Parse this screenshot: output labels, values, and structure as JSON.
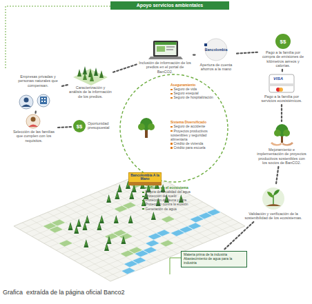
{
  "diagram": {
    "caption": "Grafica  extraída de la página oficial Banco2",
    "nodes": [
      {
        "text": [
          "Apoyo servicios ambientales"
        ]
      },
      {
        "text": [
          "Empresas privadas y personas naturales que compensan."
        ]
      },
      {
        "text": [
          "Caracterización y análisis de la información de los predios."
        ]
      },
      {
        "text": [
          "Inclusión de información de los predios en el portal de BanCO2."
        ]
      },
      {
        "text": [
          "Apertura de cuenta ahorros a la mano"
        ]
      },
      {
        "text": [
          "Pago a la familia por compra de emisiones de kilómetros aéreos y calorías."
        ]
      },
      {
        "text": [
          "Pago a la familia por servicios ecosistémicos."
        ]
      },
      {
        "text": [
          "Mejoramiento e implementación de proyectos productivos sostenibles con los socios de BanCO2."
        ]
      },
      {
        "text": [
          "Validación y verificación de la sostenibilidad de los ecosistemas."
        ]
      },
      {
        "text": [
          "Materia prima de la industria",
          "Abastecimiento de agua para la industria"
        ]
      },
      {
        "text": [
          "Selección de las familias que cumplen con los requisitos."
        ]
      },
      {
        "text": [
          "Oportunidad presupuestal"
        ]
      },
      {
        "text": [
          "Aseguramiento",
          "Seguro de vida",
          "Seguro exequial",
          "Seguro de hospitalización",
          "Sistema Diversificado",
          "Seguro de accidente",
          "Proyectos productivos sostenibles y seguridad alimentaria",
          "Crédito de vivienda",
          "Crédito para escuela",
          "Beneficios en el ecosistema",
          "Mejora de la calidad del agua",
          "Protección del suelo",
          "Protección de fauna y flora",
          "Protección contra la erosión",
          "Generación de agua"
        ]
      },
      {
        "text": [
          "Bancolombia A la Mano"
        ],
        "in": 12
      }
    ],
    "edges": [
      {
        "from": 10,
        "to": 1,
        "arrow": "none"
      },
      {
        "from": 1,
        "to": 2,
        "arrow": "none"
      },
      {
        "from": 2,
        "to": 3,
        "arrow": "none"
      },
      {
        "from": 3,
        "to": 4,
        "arrow": "none"
      },
      {
        "from": 4,
        "to": 5,
        "arrow": "none"
      },
      {
        "from": 5,
        "to": 6,
        "arrow": "none"
      },
      {
        "from": 6,
        "to": 7,
        "arrow": "none"
      },
      {
        "from": 7,
        "to": 8,
        "arrow": "none"
      },
      {
        "from": 8,
        "to": 9,
        "arrow": "none"
      },
      {
        "from": 11,
        "to": 10,
        "arrow": "none"
      }
    ],
    "labels": [
      "$$",
      "$$",
      "Bancolombia",
      "VISA"
    ]
  }
}
